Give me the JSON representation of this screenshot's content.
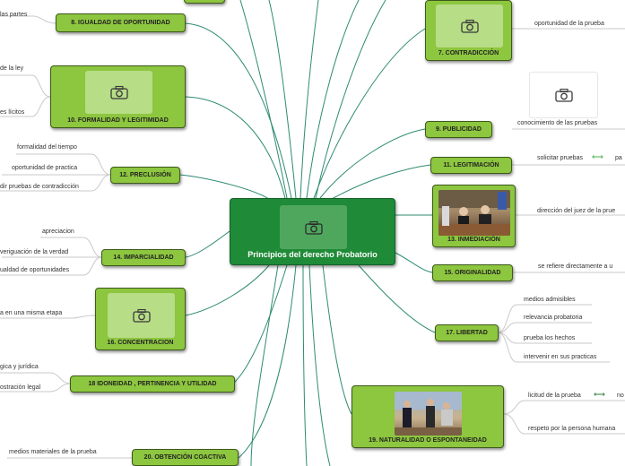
{
  "colors": {
    "node": "#8dc63f",
    "center": "#1f8a37",
    "edge": "#2e8b72",
    "line": "#c9c9c9"
  },
  "center": {
    "title": "Principios del derecho Probatorio",
    "icon": "camera-icon"
  },
  "nodes": [
    {
      "label": "8. IGUALDAD  DE OPORTUNIDAD"
    },
    {
      "label": "10. FORMALIDAD  Y LEGITIMIDAD"
    },
    {
      "label": "12. PRECLUSIÓN"
    },
    {
      "label": "14. IMPARCIALIDAD"
    },
    {
      "label": "16. CONCENTRACION"
    },
    {
      "label": "18 IDONEIDAD , PERTINENCIA Y UTILIDAD"
    },
    {
      "label": "20. OBTENCIÓN COACTIVA"
    },
    {
      "label": "7. CONTRADICCIÓN"
    },
    {
      "label": "9. PUBLICIDAD"
    },
    {
      "label": "11. LEGITIMACIÓN"
    },
    {
      "label": "13. INMEDIACIÓN"
    },
    {
      "label": "15. ORIGINALIDAD"
    },
    {
      "label": "17. LIBERTAD"
    },
    {
      "label": "19. NATURALIDAD  O ESPONTANEIDAD"
    }
  ],
  "leaves": [
    "las partes",
    "de la ley",
    "es lícitos",
    "formalidad del tiempo",
    "oportunidad de practica",
    "dir pruebas de contradicción",
    "apreciacion",
    "veriguación de la verdad",
    "ualdad de oportunidades",
    "a en una misma etapa",
    "gica y jurídica",
    "ostración legal",
    "medios materiales de la prueba",
    "oportunidad de la prueba",
    "conocimiento  de las pruebas",
    "solicitar pruebas",
    "pa",
    "dirección del juez de la prue",
    "se refiere directamente a u",
    "medios admisibles",
    "relevancia probatoria",
    "prueba los hechos",
    "intervenir en sus practicas",
    "licitud  de la prueba",
    "no",
    "respeto por la persona humana"
  ]
}
